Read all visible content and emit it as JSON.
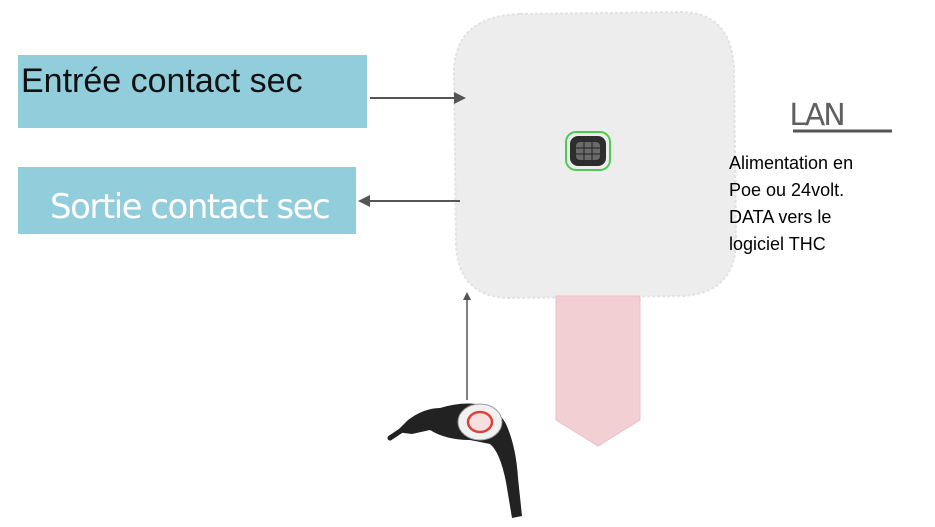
{
  "labels": {
    "input": "Entrée contact sec",
    "output": "Sortie contact sec"
  },
  "lan": {
    "title": "LAN",
    "lines": [
      "Alimentation en",
      "Poe ou 24volt.",
      "DATA vers le",
      "logiciel THC"
    ]
  },
  "colors": {
    "label_box": "#92cddc",
    "device": "#ededed",
    "cable": "#f2cfd3",
    "sensor_green": "#5fd35f",
    "arrow": "#555555"
  }
}
